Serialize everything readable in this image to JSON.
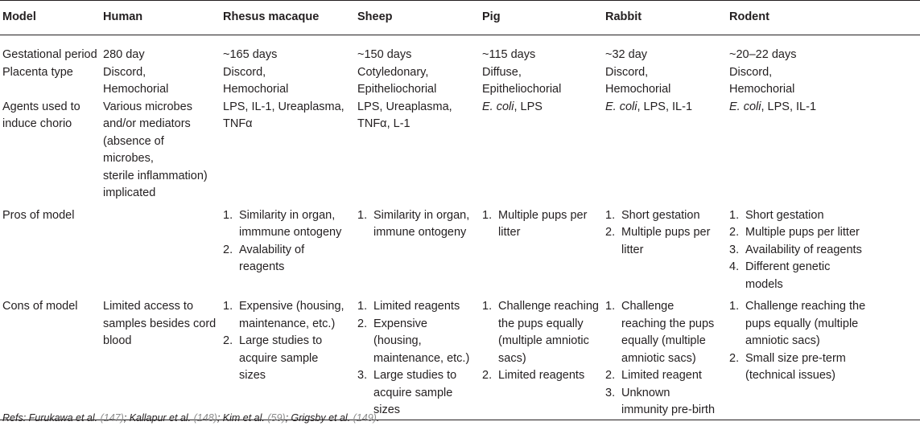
{
  "table": {
    "headers": [
      "Model",
      "Human",
      "Rhesus macaque",
      "Sheep",
      "Pig",
      "Rabbit",
      "Rodent"
    ],
    "gestational": {
      "label": "Gestational period",
      "values": [
        "280 day",
        "~165 days",
        "~150 days",
        "~115 days",
        "~32 day",
        "~20–22 days"
      ]
    },
    "placenta": {
      "label": "Placenta type",
      "values": [
        [
          "Discord,",
          "Hemochorial"
        ],
        [
          "Discord,",
          "Hemochorial"
        ],
        [
          "Cotyledonary,",
          "Epitheliochorial"
        ],
        [
          "Diffuse,",
          "Epitheliochorial"
        ],
        [
          "Discord,",
          "Hemochorial"
        ],
        [
          "Discord,",
          "Hemochorial"
        ]
      ]
    },
    "agents": {
      "label": [
        "Agents used to",
        "induce chorio"
      ],
      "human": [
        "Various microbes",
        "and/or mediators",
        "(absence of microbes,",
        "sterile inflammation)",
        "implicated"
      ],
      "rhesus": [
        "LPS, IL-1, Ureaplasma,",
        "TNFα"
      ],
      "sheep": [
        "LPS, Ureaplasma,",
        "TNFα, L-1"
      ],
      "pig": {
        "italic": "E. coli",
        "rest": ", LPS"
      },
      "rabbit": {
        "italic": "E. coli",
        "rest": ", LPS, IL-1"
      },
      "rodent": {
        "italic": "E. coli",
        "rest": ", LPS, IL-1"
      }
    },
    "pros": {
      "label": "Pros of model",
      "human": "",
      "rhesus": [
        [
          "1.",
          "Similarity in organ,",
          "immmune ontogeny"
        ],
        [
          "2.",
          "Avalability of",
          "reagents"
        ]
      ],
      "sheep": [
        [
          "1.",
          "Similarity in organ,",
          "immune ontogeny"
        ]
      ],
      "pig": [
        [
          "1.",
          "Multiple pups per",
          "litter"
        ]
      ],
      "rabbit": [
        [
          "1.",
          "Short gestation"
        ],
        [
          "2.",
          "Multiple pups per",
          "litter"
        ]
      ],
      "rodent": [
        [
          "1.",
          "Short gestation"
        ],
        [
          "2.",
          "Multiple pups per litter"
        ],
        [
          "3.",
          "Availability of reagents"
        ],
        [
          "4.",
          "Different genetic",
          "models"
        ]
      ]
    },
    "cons": {
      "label": "Cons of model",
      "human": [
        "Limited access to",
        "samples besides cord",
        "blood"
      ],
      "rhesus": [
        [
          "1.",
          "Expensive (housing,",
          "maintenance, etc.)"
        ],
        [
          "2.",
          "Large studies to",
          "acquire sample",
          "sizes"
        ]
      ],
      "sheep": [
        [
          "1.",
          "Limited reagents"
        ],
        [
          "2.",
          "Expensive (housing,",
          "maintenance, etc.)"
        ],
        [
          "3.",
          "Large studies to",
          "acquire sample",
          "sizes"
        ]
      ],
      "pig": [
        [
          "1.",
          "Challenge reaching",
          "the pups equally",
          "(multiple amniotic",
          "sacs)"
        ],
        [
          "2.",
          "Limited reagents"
        ]
      ],
      "rabbit": [
        [
          "1.",
          "Challenge",
          "reaching the pups",
          "equally (multiple",
          "amniotic sacs)"
        ],
        [
          "2.",
          "Limited reagent"
        ],
        [
          "3.",
          "Unknown",
          "immunity pre-birth"
        ]
      ],
      "rodent": [
        [
          "1.",
          "Challenge reaching the",
          "pups equally (multiple",
          "amniotic sacs)"
        ],
        [
          "2.",
          "Small size pre-term",
          "(technical issues)"
        ]
      ]
    }
  },
  "refs": [
    {
      "text": "Refs: Furukawa et al. "
    },
    {
      "ref": "(147)"
    },
    {
      "text": "; Kallapur et al. "
    },
    {
      "ref": "(148)"
    },
    {
      "text": "; Kim et al. "
    },
    {
      "ref": "(59)"
    },
    {
      "text": "; Grigsby et al. "
    },
    {
      "ref": "(149)"
    },
    {
      "text": "."
    }
  ],
  "colors": {
    "text": "#231f20",
    "rule": "#231f20",
    "ref_link": "#8a8a8a"
  }
}
